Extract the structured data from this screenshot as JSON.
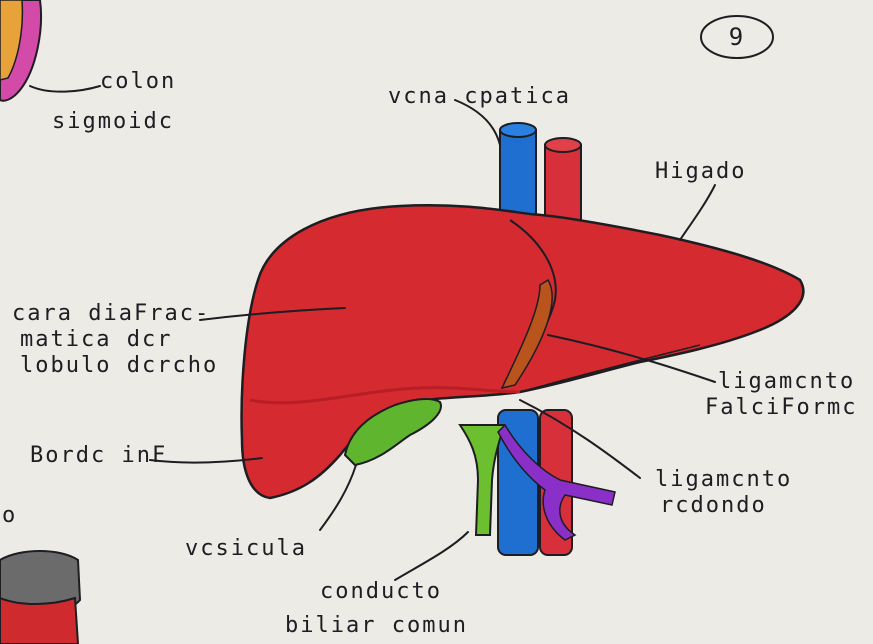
{
  "page_number": "9",
  "labels": {
    "colon_line1": "colon",
    "colon_line2": "sigmoidc",
    "vena": "vcna cpatica",
    "higado": "Higado",
    "cara_line1": "cara diaFrac-",
    "cara_line2": "matica dcr",
    "cara_line3": "lobulo dcrcho",
    "borde": "Bordc inF",
    "ligamento_falciforme_line1": "ligamcnto",
    "ligamento_falciforme_line2": "FalciFormc",
    "ligamento_redondo_line1": "ligamcnto",
    "ligamento_redondo_line2": "rcdondo",
    "vesicula": "vcsicula",
    "conducto_line1": "conducto",
    "conducto_line2": "biliar comun",
    "edge_fragment": "o"
  },
  "colors": {
    "paper": "#ecebe6",
    "ink": "#1d1d22",
    "liver": "#d42a30",
    "liver_shadow": "#b81e25",
    "vena_cava": "#1f6fd1",
    "aorta": "#d8303a",
    "gallbladder": "#5fb52e",
    "bile_duct": "#6cbf2f",
    "ligamento_redondo": "#8b2fc9",
    "falciform": "#b8541c",
    "colon": "#d34aa8",
    "gray_organ": "#6b6b6b"
  }
}
